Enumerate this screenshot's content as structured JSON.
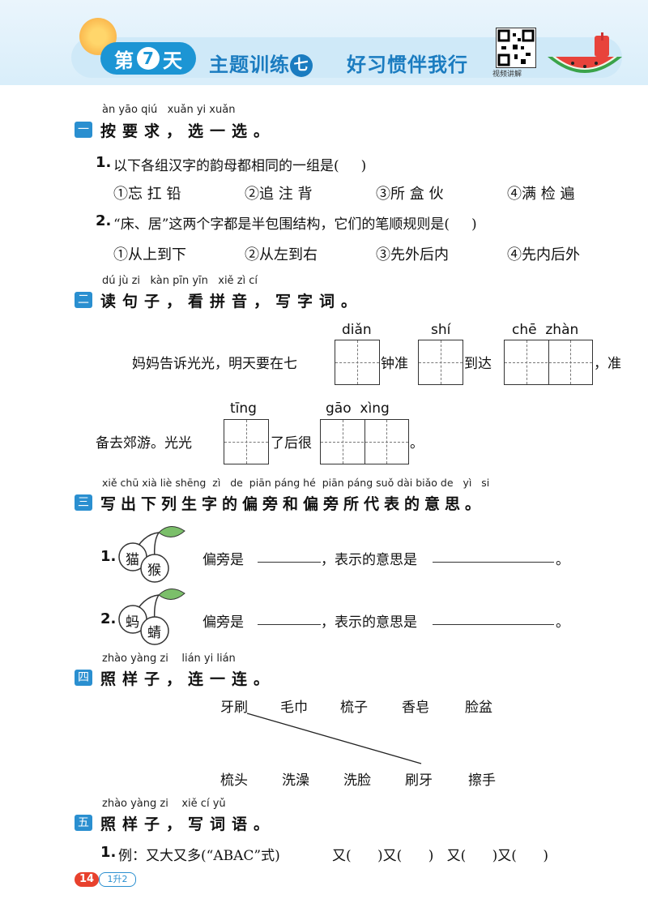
{
  "header": {
    "day_label_pre": "第",
    "day_number": "7",
    "day_label_post": "天",
    "theme": "主题训练",
    "theme_number": "七",
    "subtitle": "好习惯伴我行",
    "qr_label": "视频讲解"
  },
  "sections": [
    {
      "badge": "一",
      "pinyin": "àn yāo qiú   xuǎn yi xuǎn",
      "title": "按要求，选一选。",
      "questions": [
        {
          "num": "1.",
          "text": "以下各组汉字的韵母都相同的一组是(     )",
          "options": [
            "①忘 扛 铅",
            "②追 注 背",
            "③所 盒 伙",
            "④满 检 遍"
          ]
        },
        {
          "num": "2.",
          "text": "“床、居”这两个字都是半包围结构，它们的笔顺规则是(     )",
          "options": [
            "①从上到下",
            "②从左到右",
            "③先外后内",
            "④先内后外"
          ]
        }
      ]
    },
    {
      "badge": "二",
      "pinyin": "dú jù zi   kàn pīn yīn   xiě zì cí",
      "title": "读句子，看拼音，写字词。",
      "pinyin_words": [
        "diǎn",
        "shí",
        "chē  zhàn",
        "tīng",
        "gāo  xìng"
      ],
      "line1": {
        "a": "妈妈告诉光光，明天要在七",
        "b": "钟准",
        "c": "到达",
        "d": "，准"
      },
      "line2": {
        "a": "备去郊游。光光",
        "b": "了后很",
        "c": "。"
      }
    },
    {
      "badge": "三",
      "pinyin": "xiě chū xià liè shēng  zì   de  piān páng hé  piān páng suǒ dài biǎo de   yì   si",
      "title": "写出下列生字的偏旁和偏旁所代表的意思。",
      "items": [
        {
          "num": "1.",
          "chars": [
            "猫",
            "猴"
          ],
          "text1": "偏旁是",
          "text2": "，表示的意思是",
          "end": "。"
        },
        {
          "num": "2.",
          "chars": [
            "蚂",
            "蜻"
          ],
          "text1": "偏旁是",
          "text2": "，表示的意思是",
          "end": "。"
        }
      ]
    },
    {
      "badge": "四",
      "pinyin": "zhào yàng zi    lián yi lián",
      "title": "照样子，连一连。",
      "top_words": [
        "牙刷",
        "毛巾",
        "梳子",
        "香皂",
        "脸盆"
      ],
      "bottom_words": [
        "梳头",
        "洗澡",
        "洗脸",
        "刷牙",
        "擦手"
      ]
    },
    {
      "badge": "五",
      "pinyin": "zhào yàng zi    xiě cí yǔ",
      "title": "照样子，写词语。",
      "q1": {
        "num": "1.",
        "text": "例：又大又多(“ABAC”式)",
        "blanks": "又(      )又(      )   又(      )又(      )"
      }
    }
  ],
  "footer": {
    "page": "14",
    "grade": "1升2"
  }
}
